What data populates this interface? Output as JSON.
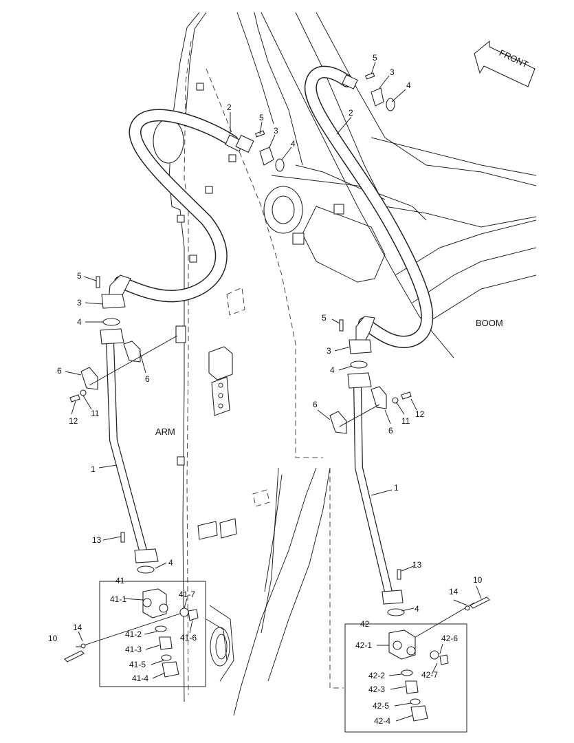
{
  "diagram": {
    "region_labels": {
      "front": "FRONT",
      "boom": "BOOM",
      "arm": "ARM"
    },
    "callouts": {
      "c1": "1",
      "c2": "2",
      "c3": "3",
      "c4": "4",
      "c5": "5",
      "c6": "6",
      "c10": "10",
      "c11": "11",
      "c12": "12",
      "c13": "13",
      "c14": "14",
      "c41": "41",
      "c41_1": "41-1",
      "c41_2": "41-2",
      "c41_3": "41-3",
      "c41_4": "41-4",
      "c41_5": "41-5",
      "c41_6": "41-6",
      "c41_7": "41-7",
      "c42": "42",
      "c42_1": "42-1",
      "c42_2": "42-2",
      "c42_3": "42-3",
      "c42_4": "42-4",
      "c42_5": "42-5",
      "c42_6": "42-6",
      "c42_7": "42-7"
    }
  }
}
